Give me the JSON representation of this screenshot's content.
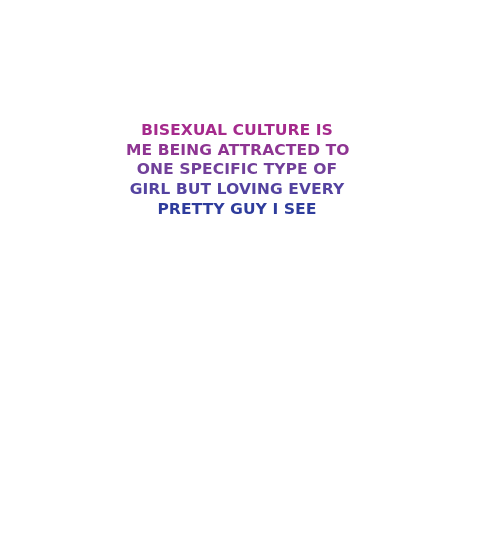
{
  "design": {
    "lines": [
      {
        "text": "BISEXUAL CULTURE IS",
        "color": "#A52A8C"
      },
      {
        "text": "ME BEING ATTRACTED TO",
        "color": "#8E3592"
      },
      {
        "text": "ONE SPECIFIC TYPE OF",
        "color": "#71409A"
      },
      {
        "text": "GIRL BUT LOVING EVERY",
        "color": "#5443A0"
      },
      {
        "text": "PRETTY GUY I SEE",
        "color": "#2E3C9C"
      }
    ],
    "background": "#FFFFFF"
  }
}
